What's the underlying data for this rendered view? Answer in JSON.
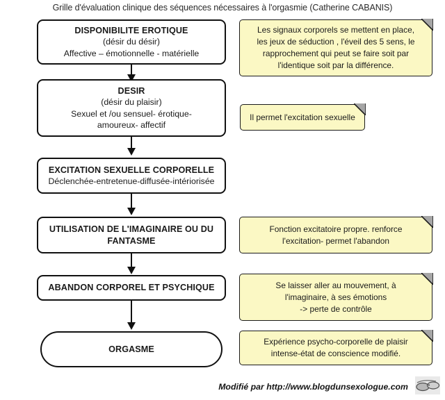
{
  "title": "Grille d'évaluation clinique des séquences nécessaires à l'orgasmie (Catherine CABANIS)",
  "colors": {
    "note_fill": "#fbf8c4",
    "note_border": "#1a1a1a",
    "node_fill": "#ffffff",
    "node_border": "#111111",
    "fold_gray": "#9a9a9a",
    "text": "#1a1a1a"
  },
  "flow": {
    "nodes": [
      {
        "id": "disponibilite-erotique",
        "shape": "rounded-rect",
        "heading": "DISPONIBILITE EROTIQUE",
        "lines": [
          "(désir du désir)",
          "Affective – émotionnelle - matérielle"
        ]
      },
      {
        "id": "desir",
        "shape": "rounded-rect",
        "heading": "DESIR",
        "lines": [
          "(désir du plaisir)",
          "Sexuel et /ou sensuel- érotique-",
          "amoureux- affectif"
        ]
      },
      {
        "id": "excitation-sexuelle-corporelle",
        "shape": "rounded-rect",
        "heading": "EXCITATION SEXUELLE CORPORELLE",
        "lines": [
          "Déclenchée-entretenue-diffusée-intériorisée"
        ]
      },
      {
        "id": "utilisation-imaginaire",
        "shape": "rounded-rect",
        "heading": "UTILISATION DE L'IMAGINAIRE OU DU FANTASME",
        "lines": []
      },
      {
        "id": "abandon-corporel-psychique",
        "shape": "rounded-rect",
        "heading": "ABANDON CORPOREL ET PSYCHIQUE",
        "lines": []
      },
      {
        "id": "orgasme",
        "shape": "pill",
        "heading": "ORGASME",
        "lines": []
      }
    ]
  },
  "notes": [
    {
      "id": "note-disponibilite",
      "lines": [
        "Les signaux corporels se mettent en place,",
        "les jeux de séduction , l'éveil des 5 sens, le",
        "rapprochement qui peut se faire soit par",
        "l'identique soit par la différence."
      ]
    },
    {
      "id": "note-desir",
      "lines": [
        "Il permet l'excitation sexuelle"
      ]
    },
    {
      "id": "note-imaginaire",
      "lines": [
        "Fonction excitatoire propre. renforce",
        "l'excitation- permet l'abandon"
      ]
    },
    {
      "id": "note-abandon",
      "lines": [
        "Se laisser aller au mouvement, à",
        "l'imaginaire, à ses émotions",
        "-> perte de contrôle"
      ]
    },
    {
      "id": "note-orgasme",
      "lines": [
        "Expérience psycho-corporelle de plaisir",
        "intense-état de conscience modifié."
      ]
    }
  ],
  "footer": {
    "credit": "Modifié par http://www.blogdunsexologue.com",
    "logo": "glasses-logo"
  }
}
